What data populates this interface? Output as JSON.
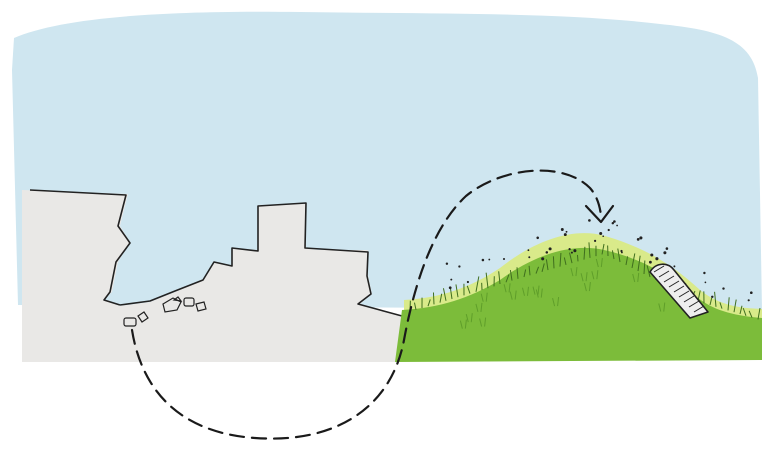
{
  "diagram": {
    "colors": {
      "background": "#ffffff",
      "sky": "#cfe6f0",
      "rubble": "#e9e8e6",
      "outline": "#222222",
      "grass": "#7cbc3a",
      "grass_dark": "#5f9e2a",
      "grass_highlight": "#d9ea8a",
      "grass_blade": "#3f6e1e",
      "arrow": "#1a1a1a",
      "pipe_fill": "#eeeeee"
    },
    "elements": [
      {
        "name": "sky-background",
        "kind": "fill"
      },
      {
        "name": "rubble-ground",
        "kind": "fill"
      },
      {
        "name": "demolished-building-outline",
        "kind": "stroke"
      },
      {
        "name": "rubble-debris",
        "kind": "icon"
      },
      {
        "name": "green-mound",
        "kind": "fill"
      },
      {
        "name": "grass-blades",
        "kind": "texture"
      },
      {
        "name": "soil-particles",
        "kind": "texture"
      },
      {
        "name": "buried-pipe-icon",
        "kind": "icon"
      },
      {
        "name": "reuse-flow-arrow",
        "kind": "dashed-arrow"
      }
    ]
  }
}
